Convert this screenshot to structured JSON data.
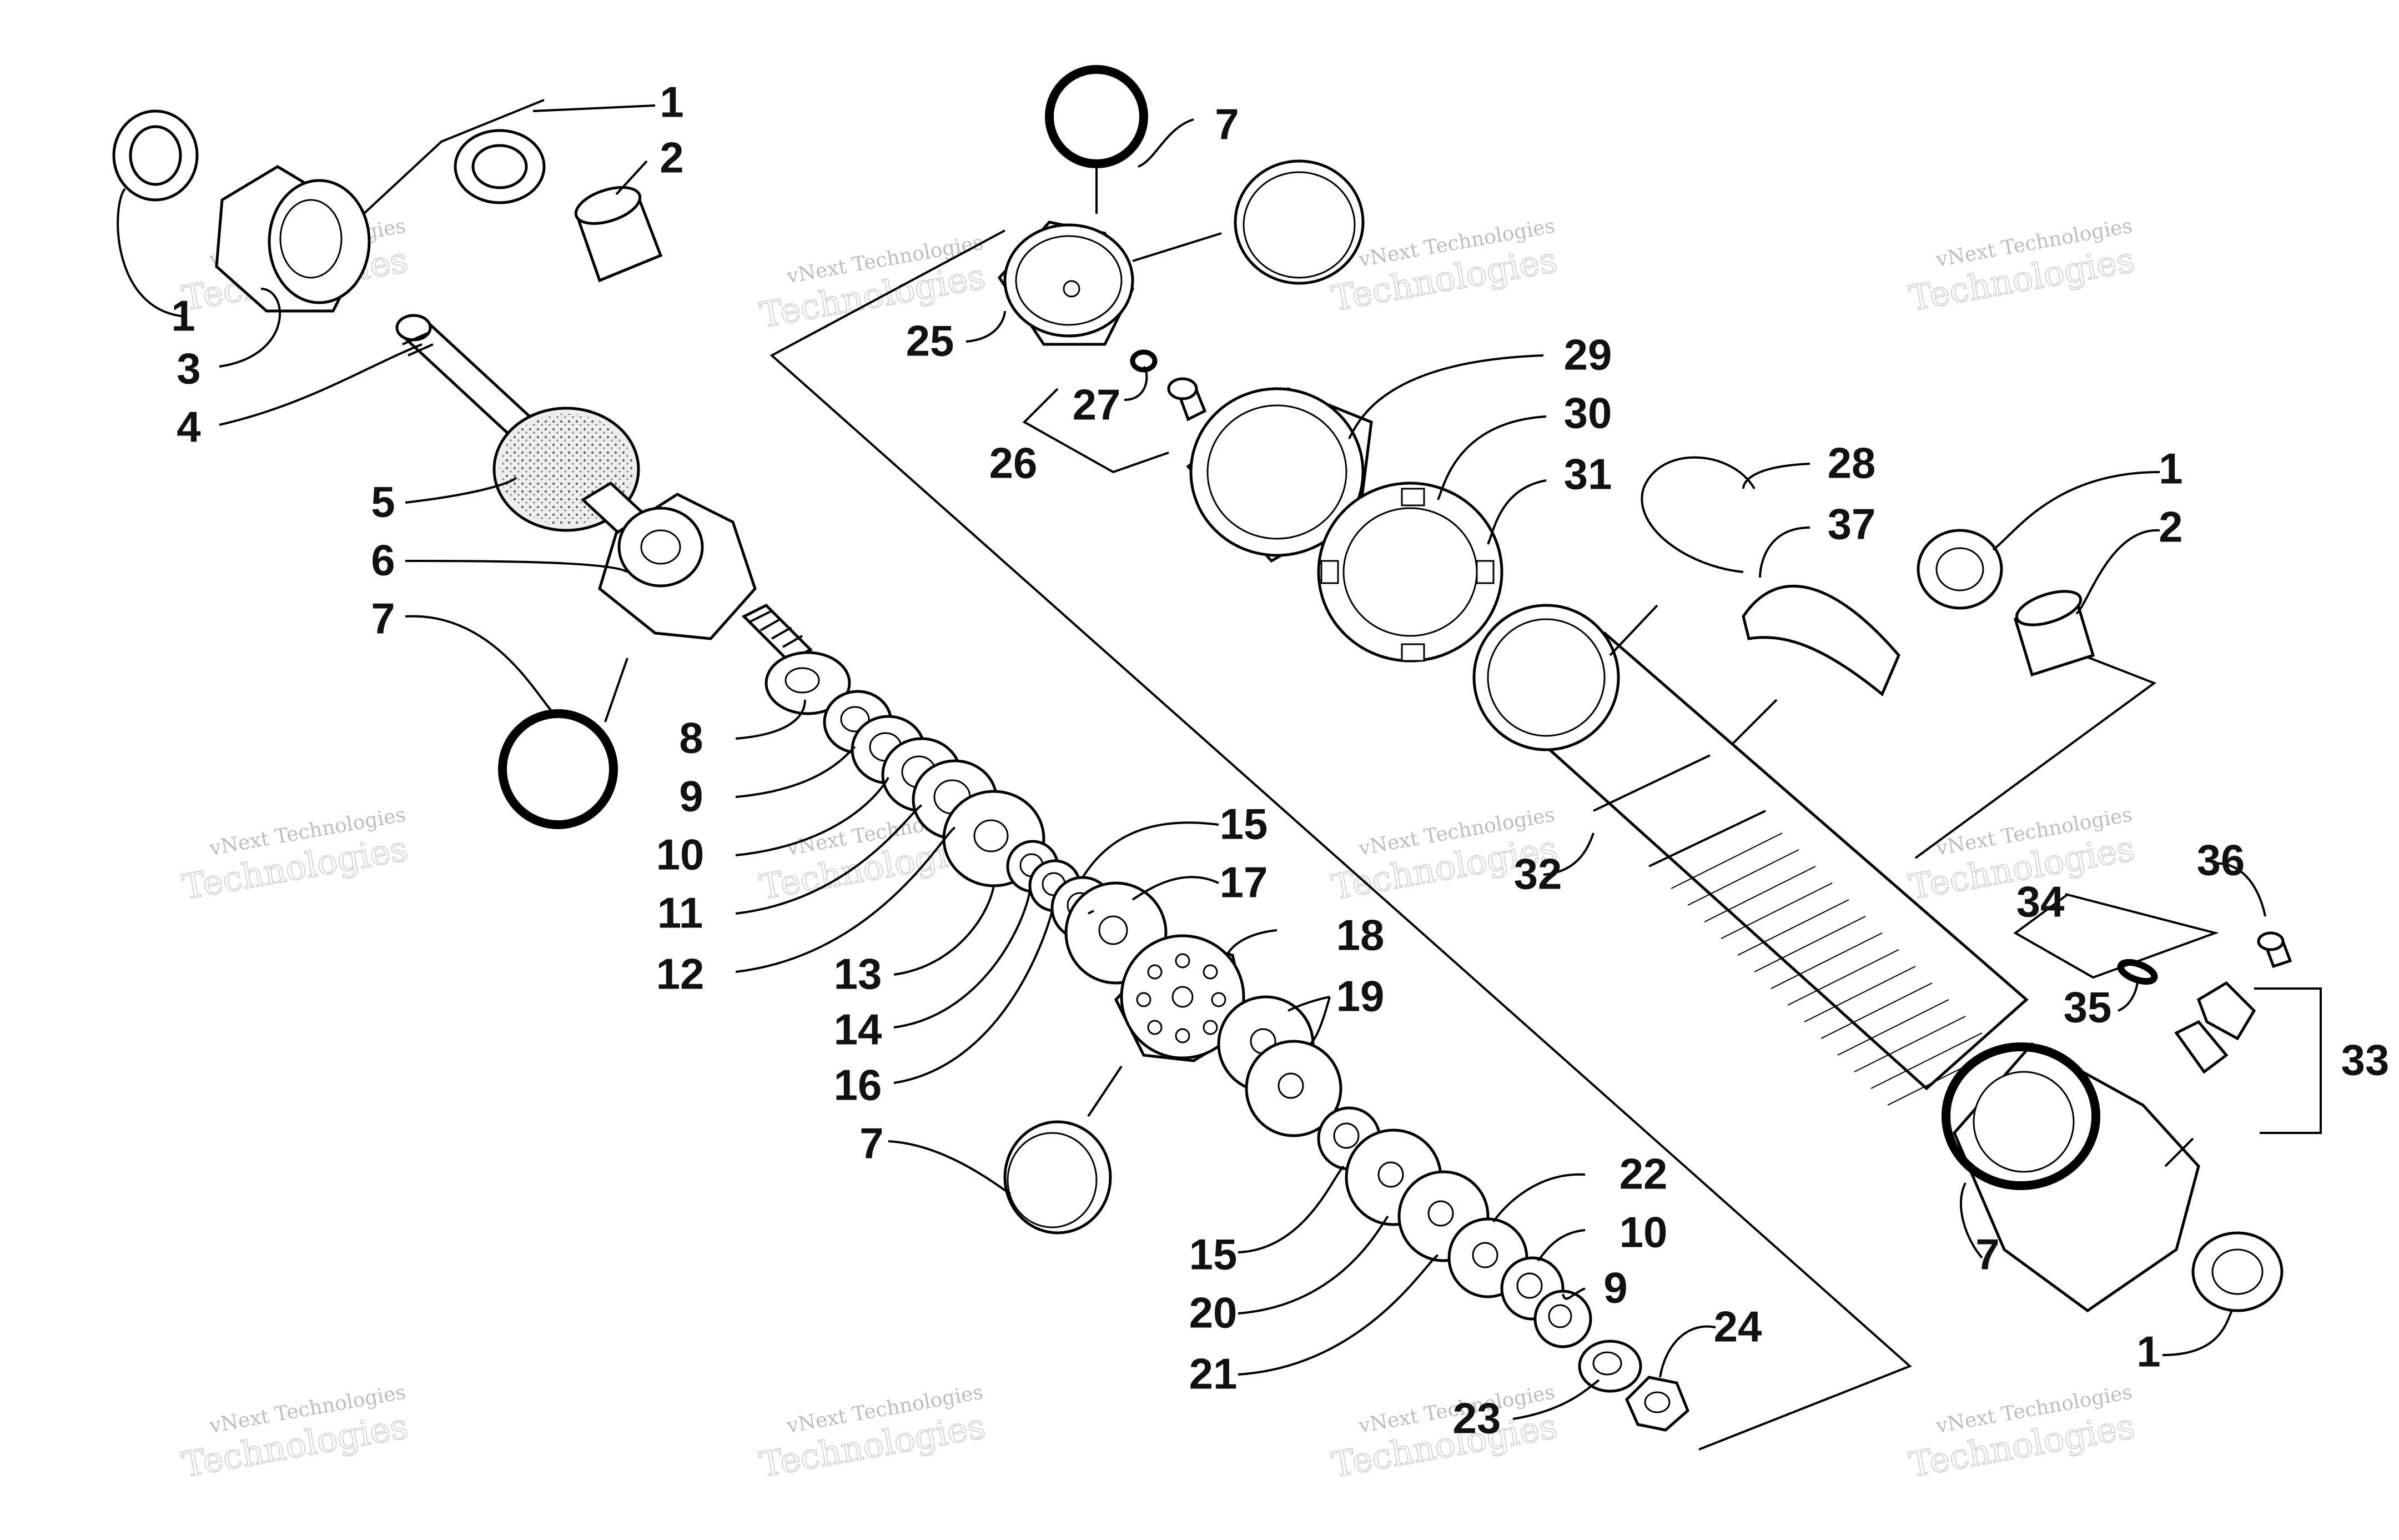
{
  "diagram": {
    "watermark": {
      "line1": "vNext Technologies",
      "line2": "Technologies"
    },
    "callouts": [
      {
        "id": "c1a",
        "text": "1"
      },
      {
        "id": "c2a",
        "text": "2"
      },
      {
        "id": "c1b",
        "text": "1"
      },
      {
        "id": "c3",
        "text": "3"
      },
      {
        "id": "c4",
        "text": "4"
      },
      {
        "id": "c5",
        "text": "5"
      },
      {
        "id": "c6",
        "text": "6"
      },
      {
        "id": "c7a",
        "text": "7"
      },
      {
        "id": "c8",
        "text": "8"
      },
      {
        "id": "c9a",
        "text": "9"
      },
      {
        "id": "c10a",
        "text": "10"
      },
      {
        "id": "c11",
        "text": "11"
      },
      {
        "id": "c12",
        "text": "12"
      },
      {
        "id": "c13",
        "text": "13"
      },
      {
        "id": "c14",
        "text": "14"
      },
      {
        "id": "c16",
        "text": "16"
      },
      {
        "id": "c15a",
        "text": "15"
      },
      {
        "id": "c17",
        "text": "17"
      },
      {
        "id": "c18",
        "text": "18"
      },
      {
        "id": "c19",
        "text": "19"
      },
      {
        "id": "c7b",
        "text": "7"
      },
      {
        "id": "c15b",
        "text": "15"
      },
      {
        "id": "c20",
        "text": "20"
      },
      {
        "id": "c21",
        "text": "21"
      },
      {
        "id": "c22",
        "text": "22"
      },
      {
        "id": "c10b",
        "text": "10"
      },
      {
        "id": "c9b",
        "text": "9"
      },
      {
        "id": "c23",
        "text": "23"
      },
      {
        "id": "c24",
        "text": "24"
      },
      {
        "id": "c7c",
        "text": "7"
      },
      {
        "id": "c25",
        "text": "25"
      },
      {
        "id": "c27",
        "text": "27"
      },
      {
        "id": "c26",
        "text": "26"
      },
      {
        "id": "c29",
        "text": "29"
      },
      {
        "id": "c30",
        "text": "30"
      },
      {
        "id": "c31",
        "text": "31"
      },
      {
        "id": "c28",
        "text": "28"
      },
      {
        "id": "c37",
        "text": "37"
      },
      {
        "id": "c1c",
        "text": "1"
      },
      {
        "id": "c2b",
        "text": "2"
      },
      {
        "id": "c32",
        "text": "32"
      },
      {
        "id": "c34",
        "text": "34"
      },
      {
        "id": "c36",
        "text": "36"
      },
      {
        "id": "c35",
        "text": "35"
      },
      {
        "id": "c33",
        "text": "33"
      },
      {
        "id": "c7d",
        "text": "7"
      },
      {
        "id": "c1d",
        "text": "1"
      }
    ]
  }
}
